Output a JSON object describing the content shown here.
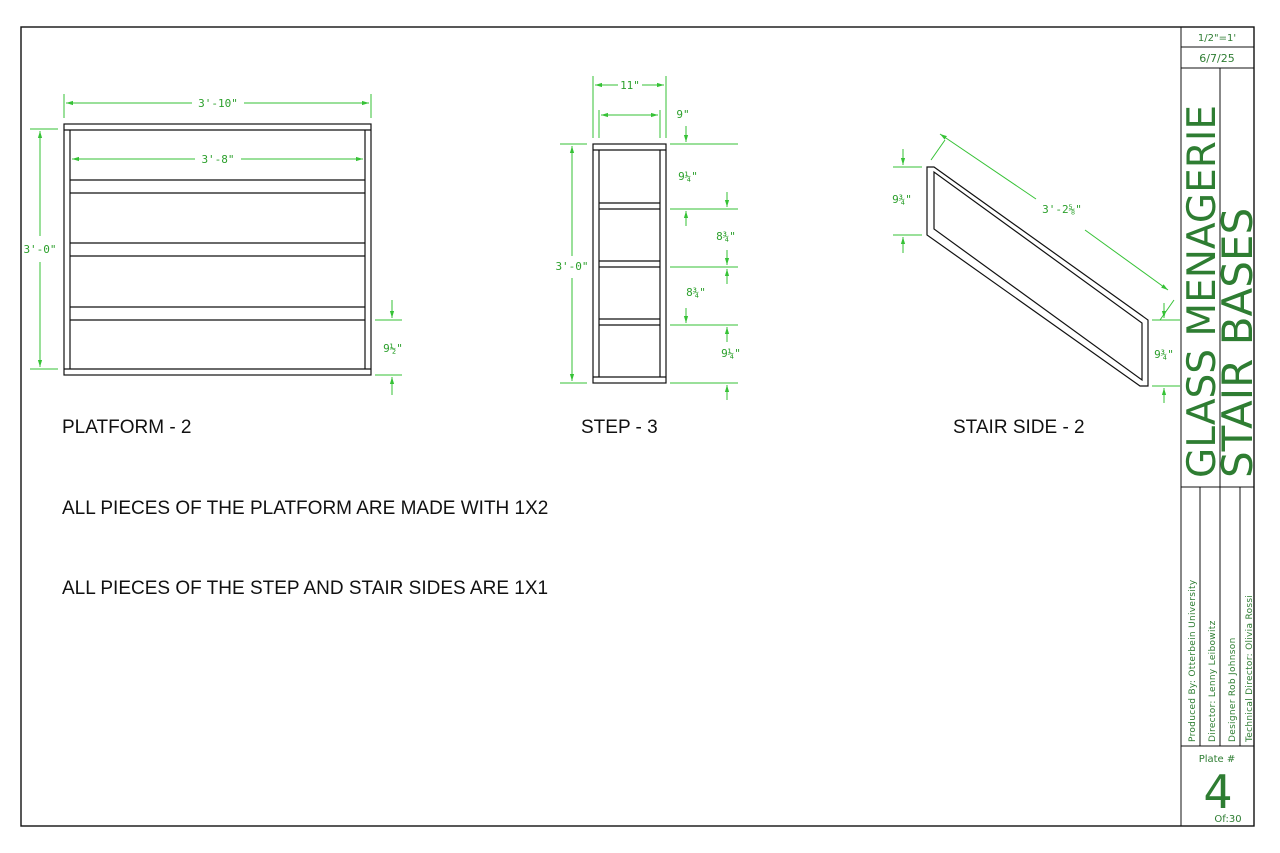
{
  "colors": {
    "dimension": "#2ca02c",
    "drawing": "#111111",
    "titleblock": "#2e7d32"
  },
  "views": {
    "platform": {
      "label": "PLATFORM - 2",
      "dims": {
        "overall_width": "3'-10\"",
        "inner_width": "3'-8\"",
        "height": "3'-0\"",
        "rail": "9½\""
      }
    },
    "step": {
      "label": "STEP - 3",
      "dims": {
        "overall_width": "11\"",
        "inner_width": "9\"",
        "height": "3'-0\"",
        "sp1": "9¼\"",
        "sp2": "8¾\"",
        "sp3": "8¾\"",
        "sp4": "9¼\""
      }
    },
    "stair_side": {
      "label": "STAIR SIDE - 2",
      "dims": {
        "length": "3'-2⅝\"",
        "left_height": "9¾\"",
        "right_height": "9¾\""
      }
    }
  },
  "notes": [
    "ALL PIECES OF THE PLATFORM ARE MADE WITH 1X2",
    "ALL PIECES OF THE STEP AND STAIR SIDES ARE 1X1"
  ],
  "title_block": {
    "scale": "1/2\"=1'",
    "date": "6/7/25",
    "show": "GLASS MENAGERIE",
    "sheet_title": "STAIR BASES",
    "produced_by": "Produced By: Otterbein University",
    "director": "Director: Lenny Leibowitz",
    "designer": "Designer Rob Johnson",
    "technical_director": "Technical Director: Olivia Rossi",
    "plate_label": "Plate #",
    "plate_number": "4",
    "plate_of": "Of:30"
  }
}
